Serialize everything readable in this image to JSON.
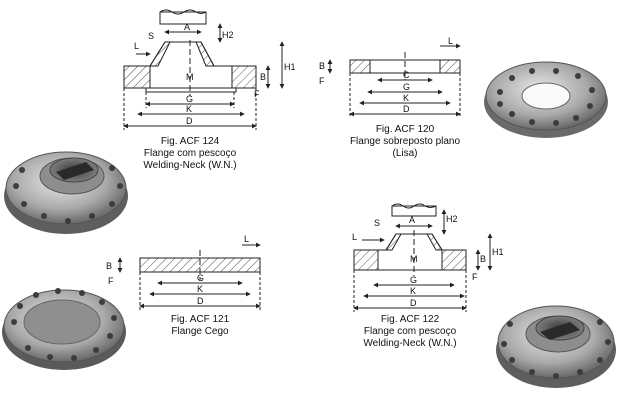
{
  "figures": [
    {
      "caption": "Fig. ACF 124",
      "desc": "Flange com pescoço",
      "desc2": "Welding-Neck (W.N.)"
    },
    {
      "caption": "Fig. ACF 120",
      "desc": "Flange sobreposto plano",
      "desc2": "(Lisa)"
    },
    {
      "caption": "Fig. ACF 121",
      "desc": "Flange Cego",
      "desc2": ""
    },
    {
      "caption": "Fig. ACF 122",
      "desc": "Flange com pescoço",
      "desc2": "Welding-Neck (W.N.)"
    }
  ],
  "dims": {
    "A": "A",
    "S": "S",
    "H2": "H2",
    "H1": "H1",
    "M": "M",
    "L": "L",
    "F": "F",
    "B": "B",
    "G": "G",
    "K": "K",
    "D": "D",
    "C": "C"
  },
  "colors": {
    "line": "#222222",
    "hatch": "#555555",
    "metal_light": "#d9d9d9",
    "metal_dark": "#4a4a4a"
  }
}
